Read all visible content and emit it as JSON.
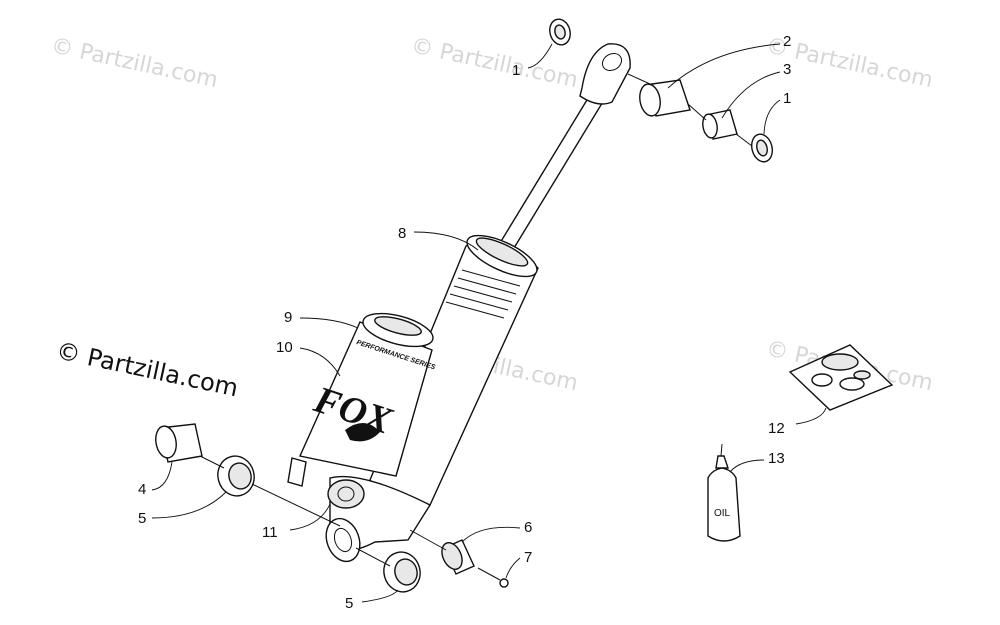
{
  "watermarks": {
    "text": "© Partzilla.com",
    "prominent": "© Partzilla.com"
  },
  "callouts": {
    "c1a": "1",
    "c2": "2",
    "c3": "3",
    "c1b": "1",
    "c8": "8",
    "c9": "9",
    "c10": "10",
    "c4": "4",
    "c5a": "5",
    "c11": "11",
    "c6": "6",
    "c7": "7",
    "c5b": "5",
    "c12": "12",
    "c13": "13"
  },
  "labels": {
    "fox_brand": "FOX",
    "performance_series": "PERFORMANCE SERIES",
    "oil_bottle": "OIL"
  },
  "colors": {
    "line": "#111111",
    "watermark": "#d6d6d6",
    "background": "#ffffff"
  }
}
